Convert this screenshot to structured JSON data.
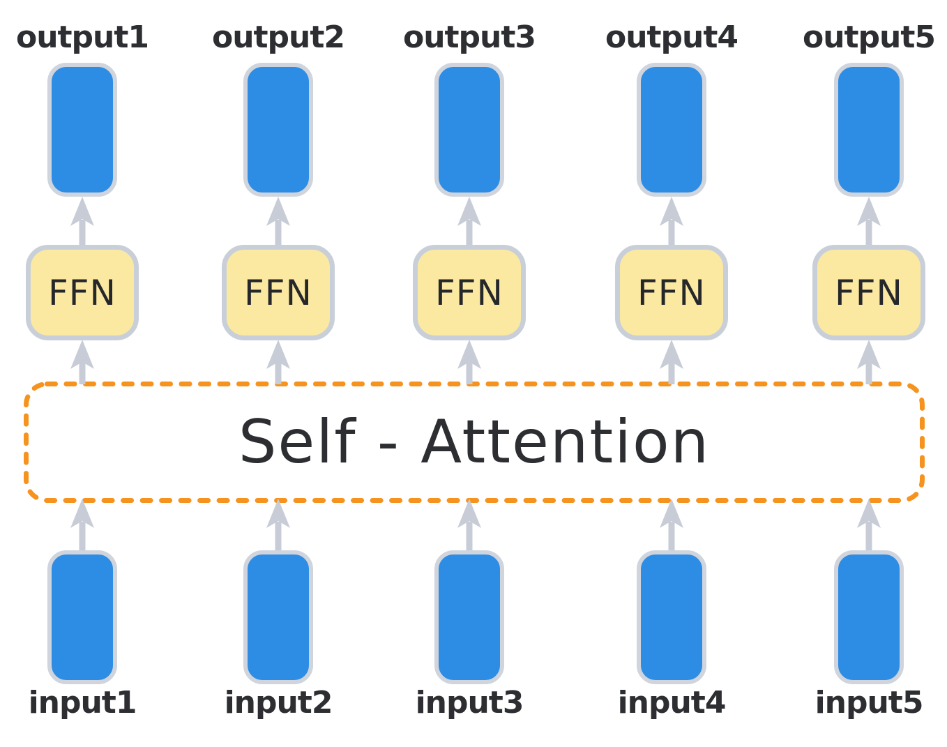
{
  "diagram": {
    "title": "self-attention-with-ffn-diagram",
    "attention": {
      "label": "Self - Attention"
    },
    "ffn_label": "FFN",
    "columns": [
      {
        "output_label": "output1",
        "input_label": "input1"
      },
      {
        "output_label": "output2",
        "input_label": "input2"
      },
      {
        "output_label": "output3",
        "input_label": "input3"
      },
      {
        "output_label": "output4",
        "input_label": "input4"
      },
      {
        "output_label": "output5",
        "input_label": "input5"
      }
    ],
    "colors": {
      "block_blue": "#2d8ce3",
      "block_border": "#cfd4dd",
      "ffn_fill": "#fbe9a1",
      "ffn_border": "#c9cfd9",
      "arrow": "#c7ccd7",
      "attention_border": "#f6921e",
      "text_dark": "#2d2e31"
    }
  }
}
